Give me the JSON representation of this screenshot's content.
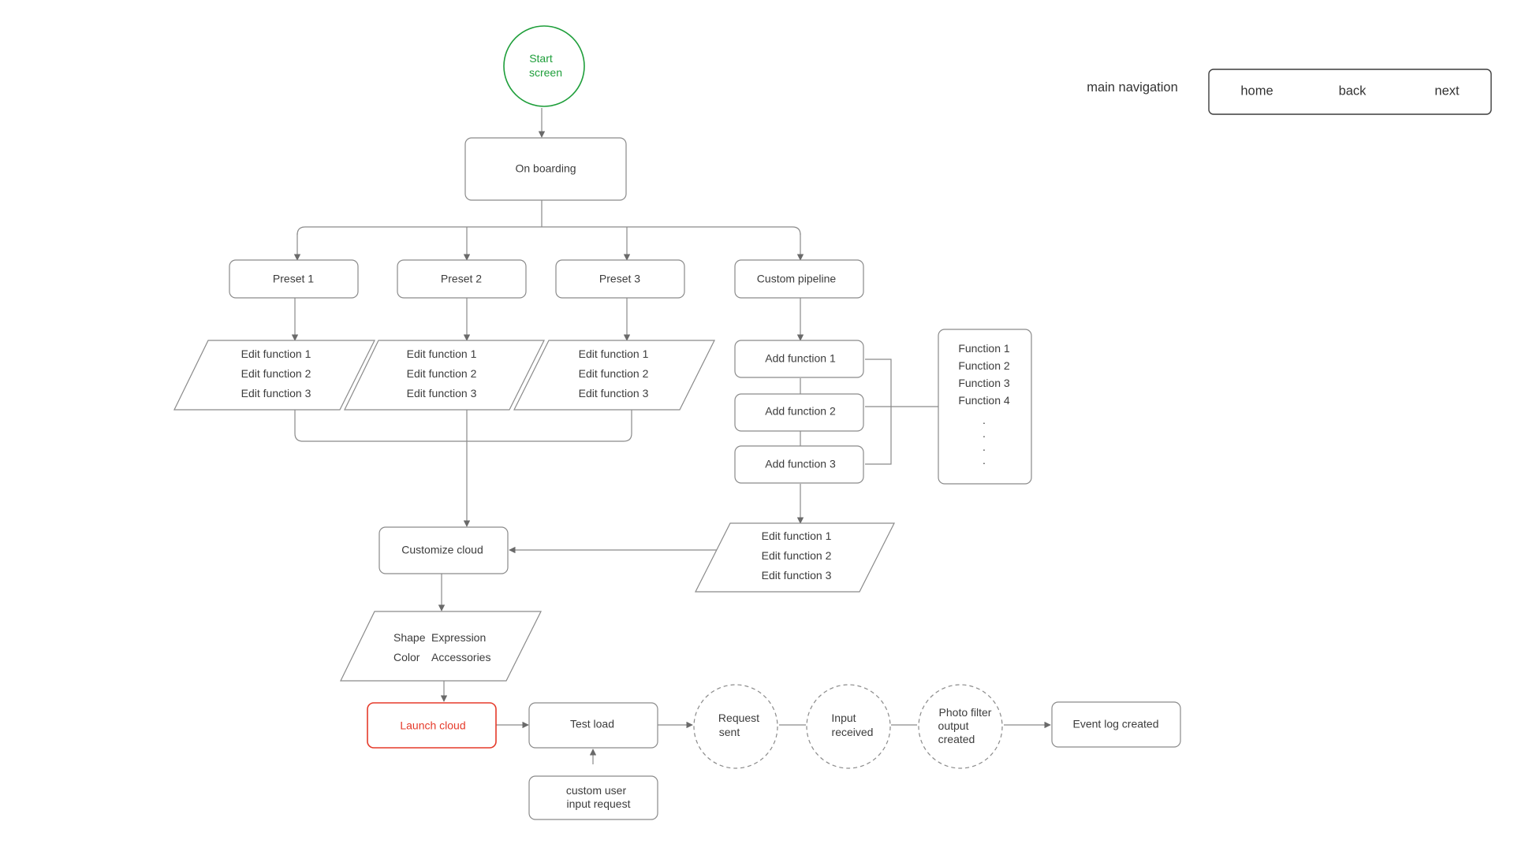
{
  "colors": {
    "start": "#1e9e3a",
    "launch": "#e53a2a",
    "stroke": "#8a8a8a",
    "text": "#3c3c3c"
  },
  "navigation": {
    "label": "main navigation",
    "items": [
      "home",
      "back",
      "next"
    ]
  },
  "flow": {
    "start": [
      "Start",
      "screen"
    ],
    "onboarding": "On boarding",
    "presets": [
      "Preset 1",
      "Preset 2",
      "Preset 3"
    ],
    "custom_pipeline": "Custom pipeline",
    "edit_functions": [
      "Edit function 1",
      "Edit function 2",
      "Edit function 3"
    ],
    "add_functions": [
      "Add function 1",
      "Add function 2",
      "Add function 3"
    ],
    "function_list": [
      "Function 1",
      "Function 2",
      "Function 3",
      "Function 4"
    ],
    "ellipsis": ".",
    "customize_cloud": "Customize cloud",
    "attributes": {
      "shape": "Shape",
      "expression": "Expression",
      "color": "Color",
      "accessories": "Accessories"
    },
    "launch_cloud": "Launch cloud",
    "test_load": "Test load",
    "custom_input": [
      "custom user",
      "input request"
    ],
    "request_sent": [
      "Request",
      "sent"
    ],
    "input_received": [
      "Input",
      "received"
    ],
    "photo_filter": [
      "Photo filter",
      "output",
      "created"
    ],
    "event_log": "Event log created"
  }
}
